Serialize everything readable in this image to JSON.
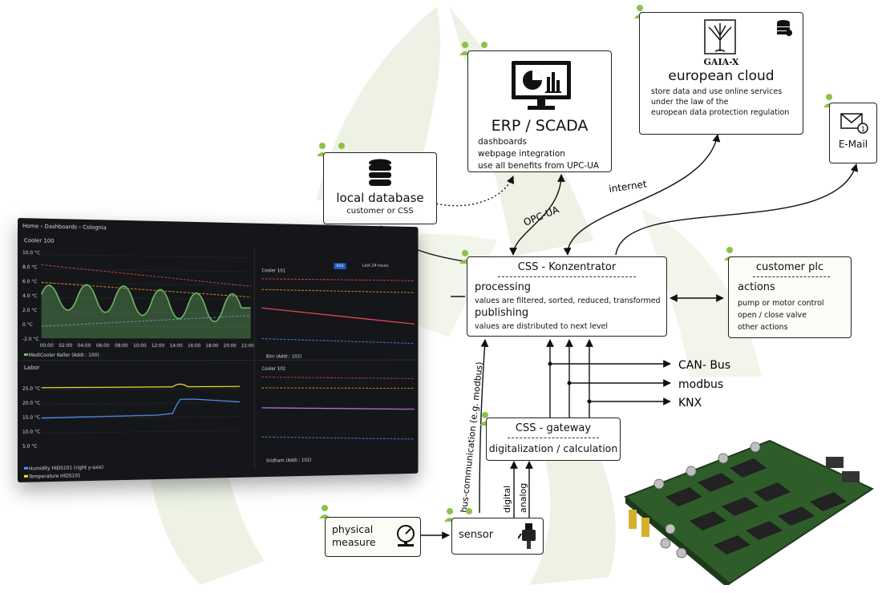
{
  "erp": {
    "title": "ERP / SCADA",
    "lines": [
      "dashboards",
      "webpage integration",
      "use all benefits from UPC-UA"
    ]
  },
  "gaia": {
    "logo_text": "GAIA-X",
    "title": "european cloud",
    "lines": [
      "store data and use online services",
      "under the law of the",
      "european data protection regulation"
    ]
  },
  "email": {
    "label": "E-Mail",
    "badge": "1"
  },
  "local_db": {
    "title": "local database",
    "subtitle": "customer or CSS"
  },
  "konzentrator": {
    "title": "CSS - Konzentrator",
    "processing": "processing",
    "processing_text": "values are filtered, sorted, reduced, transformed",
    "publishing": "publishing",
    "publishing_text": "values are distributed to next level"
  },
  "plc": {
    "title": "customer plc",
    "actions": "actions",
    "lines": [
      "pump or motor control",
      "open / close valve",
      "other actions"
    ]
  },
  "gateway": {
    "title": "CSS - gateway",
    "subtitle": "digitalization / calculation"
  },
  "physical": {
    "line1": "physical",
    "line2": "measure"
  },
  "sensor": {
    "label": "sensor"
  },
  "edge_labels": {
    "opcua": "OPC-UA",
    "internet": "internet",
    "bus": "bus-communication (e.g. modbus)",
    "digital": "digital",
    "analog": "analog"
  },
  "bus_outputs": [
    "CAN- Bus",
    "modbus",
    "KNX"
  ],
  "dashboard": {
    "breadcrumb": "Home  ›  Dashboards  ›  Colognia",
    "panel1_title": "Cooler 100",
    "panel2_title": "Cooler 101",
    "panel3_title": "Labor",
    "panel4_title": "Cooler 102",
    "time_range": "Last 24 hours",
    "add_label": "Add",
    "legend1": "MediCooler Keller (Addr.: 100)",
    "legend2": "Bim (Addr.: 102)",
    "legend3a": "Humidity HIDS101 (right y-axis)",
    "legend3b": "Temperature HIDS101",
    "legend4": "Sridham (Addr.: 102)",
    "y_ticks_1": [
      "10.0 °C",
      "8.0 °C",
      "6.0 °C",
      "4.0 °C",
      "2.0 °C",
      "0 °C",
      "-2.0 °C"
    ],
    "y_ticks_3": [
      "25.0 °C",
      "20.0 °C",
      "15.0 °C",
      "10.0 °C",
      "5.0 °C"
    ],
    "x_ticks": [
      "00:00",
      "02:00",
      "04:00",
      "06:00",
      "08:00",
      "10:00",
      "12:00",
      "14:00",
      "16:00",
      "18:00",
      "20:00",
      "22:00"
    ]
  },
  "colors": {
    "accent_green": "#8bc34a",
    "leaf": "#e8efdd",
    "line": "#111111"
  }
}
